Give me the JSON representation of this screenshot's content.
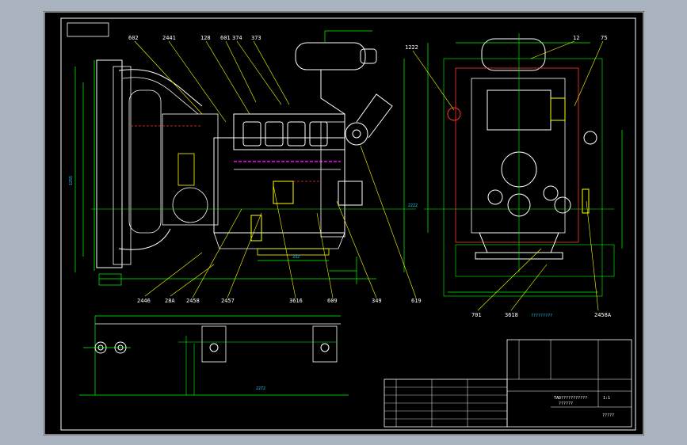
{
  "viewport": {
    "background": "#a9b2bf",
    "sheet_background": "#000000"
  },
  "colors": {
    "frame": "#ffffff",
    "outline": "#ffffff",
    "dimension": "#00ff00",
    "leader": "#ffff00",
    "hidden": "#ff3030",
    "accent": "#ff00ff",
    "cyan": "#22ccff"
  },
  "callouts": {
    "side_top": [
      "602",
      "2441",
      "128",
      "601",
      "374",
      "373"
    ],
    "side_bottom": [
      "2446",
      "28A",
      "2458",
      "2457",
      "3616",
      "609",
      "349",
      "619"
    ],
    "front_top": [
      "1222",
      "12",
      "75"
    ],
    "front_bottom": [
      "701",
      "3618",
      "2458A"
    ],
    "side_dim_left": "1255",
    "side_dim_right": "2222",
    "side_dim_bottom": "332",
    "base_dim": "2272",
    "front_dim_row": "?????????"
  },
  "title_block": {
    "drawing_title": "TAD???????????",
    "subtitle": "??????",
    "scale": "1:1",
    "sheet": "?????"
  }
}
